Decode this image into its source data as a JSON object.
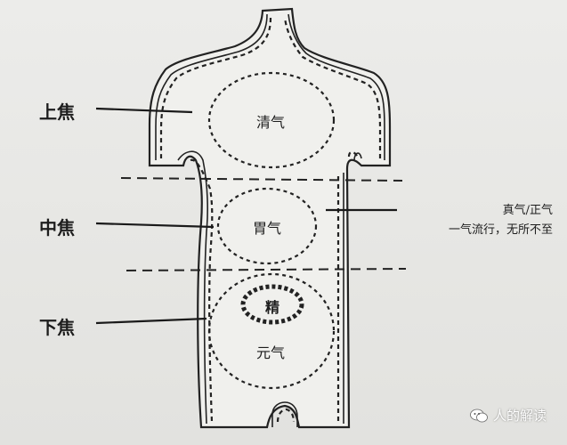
{
  "zones": {
    "upper": "上焦",
    "middle": "中焦",
    "lower": "下焦"
  },
  "inner_labels": {
    "clear_qi": "清气",
    "stomach_qi": "胃气",
    "essence": "精",
    "original_qi": "元气"
  },
  "side_note": {
    "line1": "真气/正气",
    "line2": "一气流行，无所不至"
  },
  "watermark": {
    "text": "人的解读",
    "icon": "wechat-icon"
  }
}
